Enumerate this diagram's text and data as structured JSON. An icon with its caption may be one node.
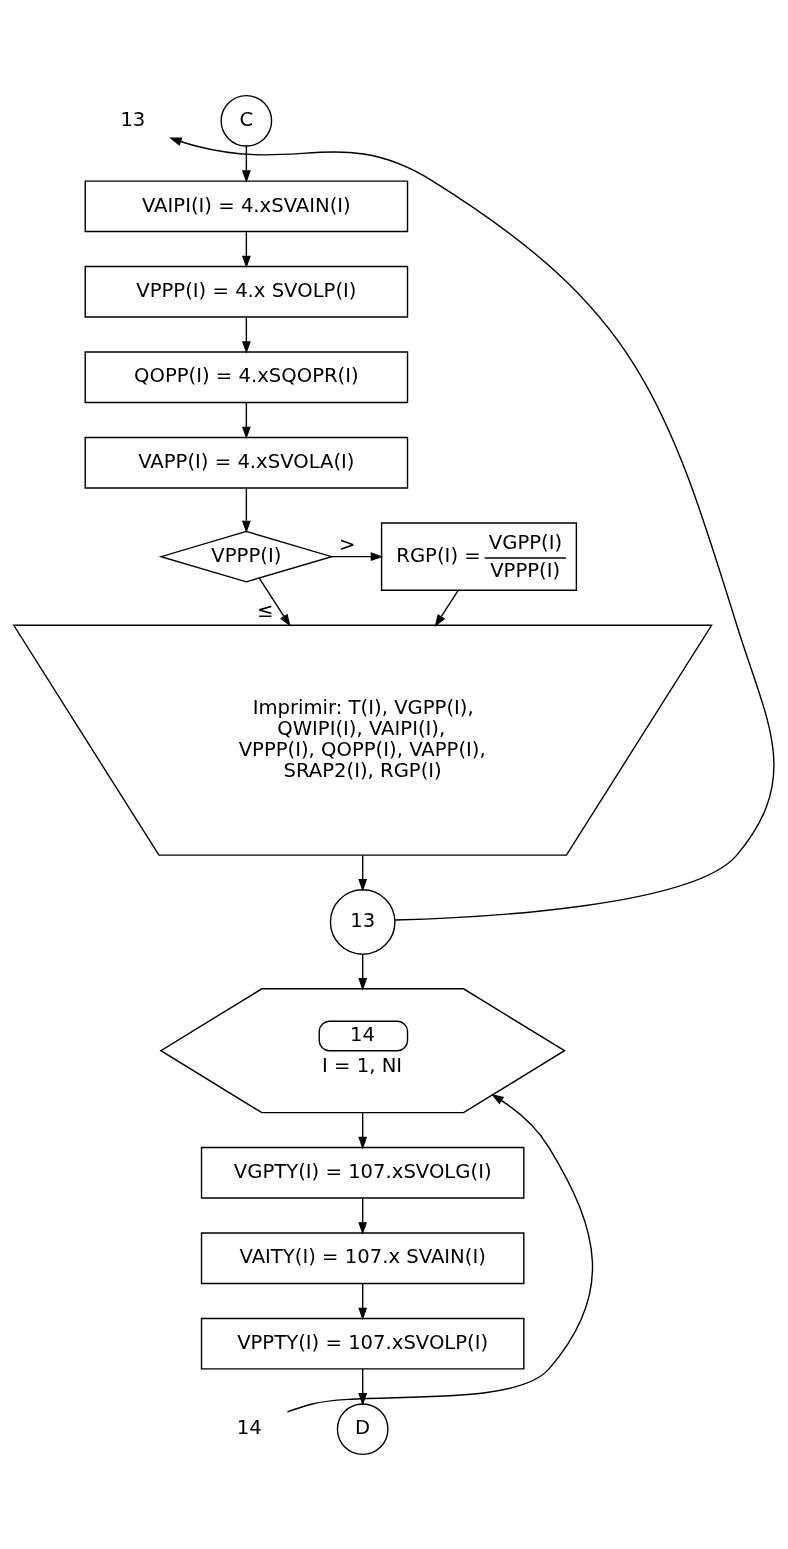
{
  "diagram": {
    "nodes": [
      {
        "text": [
          "C"
        ]
      },
      {
        "text": [
          "VAIPI(I) = 4.xSVAIN(I)"
        ]
      },
      {
        "text": [
          "VPPP(I) = 4.x SVOLP(I)"
        ]
      },
      {
        "text": [
          "QOPP(I) = 4.xSQOPR(I)"
        ]
      },
      {
        "text": [
          "VAPP(I) = 4.xSVOLA(I)"
        ]
      },
      {
        "text": [
          "VPPP(I)"
        ]
      },
      {
        "text": [
          "RGP(I) =",
          "VGPP(I)",
          "VPPP(I)"
        ]
      },
      {
        "text": [
          "Imprimir: T(I), VGPP(I), QWIPI(I), VAIPI(I), VPPP(I), QOPP(I), VAPP(I), SRAP2(I), RGP(I)"
        ]
      },
      {
        "text": [
          "13"
        ]
      },
      {
        "text": [
          "14",
          "I = 1, NI"
        ]
      },
      {
        "text": [
          "VGPTY(I) = 107.xSVOLG(I)"
        ]
      },
      {
        "text": [
          "VAITY(I) = 107.x SVAIN(I)"
        ]
      },
      {
        "text": [
          "VPPTY(I) = 107.xSVOLP(I)"
        ]
      },
      {
        "text": [
          "D"
        ]
      },
      {
        "text": [
          "13"
        ]
      },
      {
        "text": [
          "14"
        ]
      }
    ],
    "edges": [
      {
        "from": 0,
        "to": 1,
        "arrow": "to"
      },
      {
        "from": 1,
        "to": 2,
        "arrow": "to"
      },
      {
        "from": 2,
        "to": 3,
        "arrow": "to"
      },
      {
        "from": 3,
        "to": 4,
        "arrow": "to"
      },
      {
        "from": 4,
        "to": 5,
        "arrow": "to"
      },
      {
        "from": 5,
        "to": 6,
        "arrow": "to",
        "label": ">"
      },
      {
        "from": 5,
        "to": 7,
        "arrow": "to",
        "label": "≤"
      },
      {
        "from": 6,
        "to": 7,
        "arrow": "to"
      },
      {
        "from": 7,
        "to": 8,
        "arrow": "to"
      },
      {
        "from": 8,
        "to": 14,
        "arrow": "to"
      },
      {
        "from": 8,
        "to": 9,
        "arrow": "to"
      },
      {
        "from": 9,
        "to": 10,
        "arrow": "to"
      },
      {
        "from": 10,
        "to": 11,
        "arrow": "to"
      },
      {
        "from": 11,
        "to": 12,
        "arrow": "to"
      },
      {
        "from": 12,
        "to": 13,
        "arrow": "to"
      },
      {
        "from": 15,
        "to": 9,
        "arrow": "to"
      }
    ]
  }
}
